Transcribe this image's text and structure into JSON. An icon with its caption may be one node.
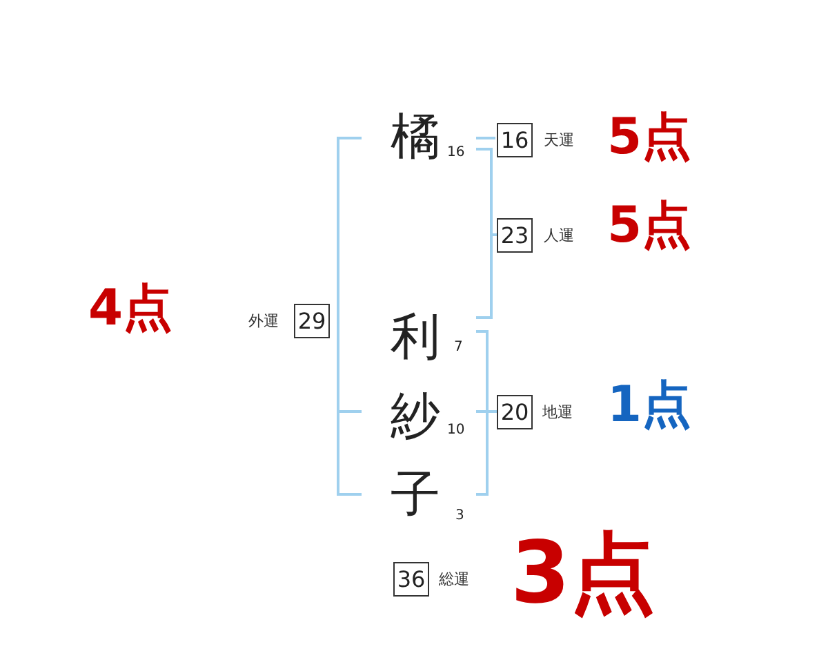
{
  "diagram": {
    "nodes": [
      {
        "text": [
          "16"
        ],
        "beside": [
          "天運",
          "5点"
        ]
      },
      {
        "text": [
          "23"
        ],
        "beside": [
          "人運",
          "5点"
        ]
      },
      {
        "text": [
          "29"
        ],
        "beside": [
          "外運",
          "4点"
        ]
      },
      {
        "text": [
          "20"
        ],
        "beside": [
          "地運",
          "1点"
        ]
      },
      {
        "text": [
          "36"
        ],
        "beside": [
          "総運",
          "3点"
        ]
      }
    ],
    "labels": [
      "橘",
      "16",
      "利",
      "7",
      "紗",
      "10",
      "子",
      "3"
    ]
  }
}
